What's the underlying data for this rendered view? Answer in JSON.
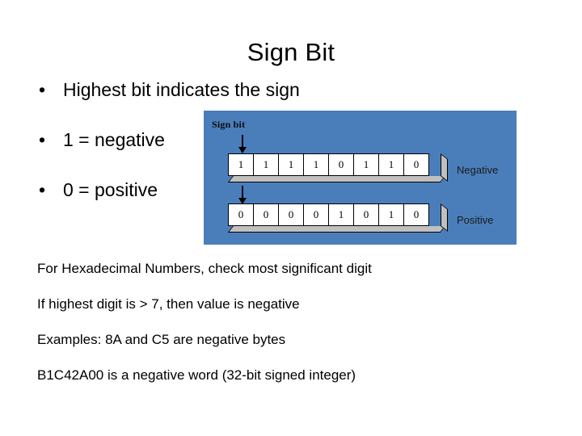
{
  "slide": {
    "title": "Sign Bit",
    "bullets": [
      {
        "marker": "•",
        "text": "Highest bit indicates the sign"
      },
      {
        "marker": "•",
        "text": "1 = negative"
      },
      {
        "marker": "•",
        "text": "0 = positive"
      }
    ],
    "body_lines": [
      "For Hexadecimal Numbers, check most significant digit",
      "If highest digit is > 7, then value is negative",
      "Examples: 8A and C5 are negative bytes",
      "B1C42A00 is a negative word (32-bit signed integer)"
    ]
  },
  "diagram": {
    "panel_color": "#4a7ebb",
    "sign_bit_label": "Sign bit",
    "arrow_icon": "down-arrow",
    "rows": [
      {
        "name": "negative",
        "bits": [
          "1",
          "1",
          "1",
          "1",
          "0",
          "1",
          "1",
          "0"
        ],
        "label": "Negative"
      },
      {
        "name": "positive",
        "bits": [
          "0",
          "0",
          "0",
          "0",
          "1",
          "0",
          "1",
          "0"
        ],
        "label": "Positive"
      }
    ]
  }
}
